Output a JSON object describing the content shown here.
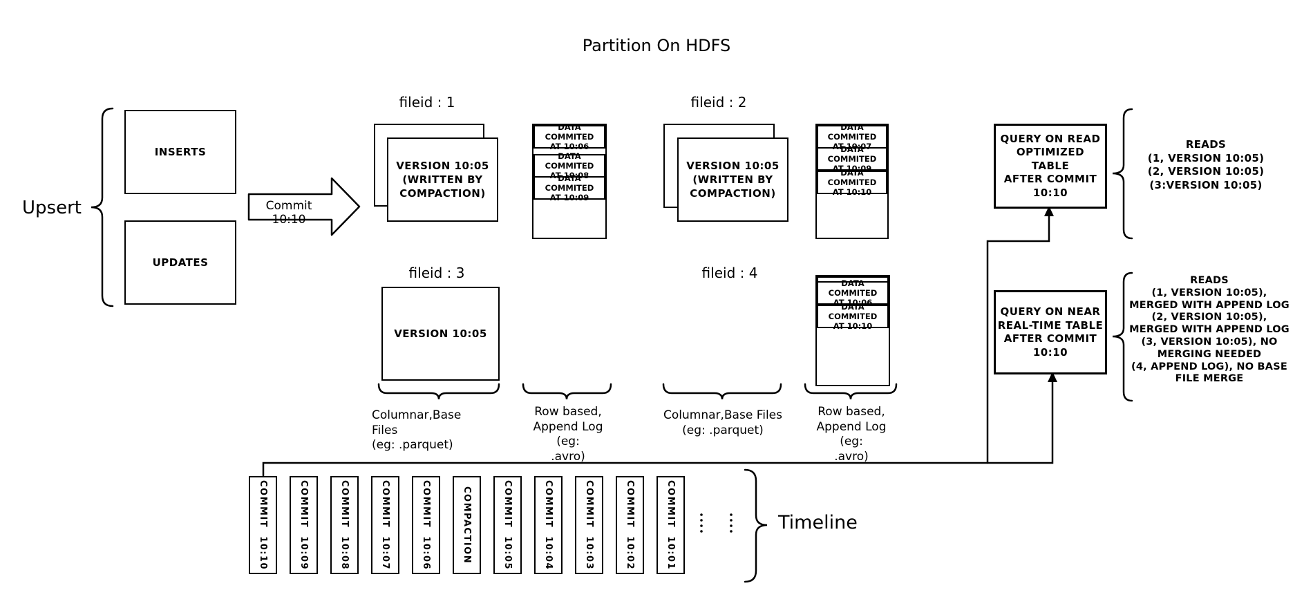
{
  "title": "Partition On HDFS",
  "colors": {
    "ink": "#000000",
    "background": "#ffffff"
  },
  "upsert": {
    "label": "Upsert",
    "inserts": "INSERTS",
    "updates": "UPDATES"
  },
  "commit_arrow": {
    "label": "Commit 10:10"
  },
  "file_groups": {
    "f1": {
      "label": "fileid : 1",
      "base": "VERSION 10:05\n(WRITTEN BY\nCOMPACTION)",
      "logs": [
        "DATA COMMITED\nAT 10:06",
        "DATA COMMITED\nAT 10:08",
        "DATA COMMITED\nAT 10:09"
      ]
    },
    "f2": {
      "label": "fileid : 2",
      "base": "VERSION 10:05\n(WRITTEN BY\nCOMPACTION)",
      "logs": [
        "DATA COMMITED\nAT 10:07",
        "DATA COMMITED\nAT 10:09",
        "DATA COMMITED\nAT 10:10"
      ]
    },
    "f3": {
      "label": "fileid : 3",
      "base": "VERSION 10:05"
    },
    "f4": {
      "label": "fileid : 4",
      "logs": [
        "DATA COMMITED\nAT 10:06",
        "DATA COMMITED\nAT 10:10"
      ]
    }
  },
  "column_labels": {
    "columnar_left": "Columnar,Base Files\n(eg: .parquet)",
    "row_left": "Row based,\nAppend Log  (eg:\n.avro)",
    "columnar_right": "Columnar,Base Files\n(eg: .parquet)",
    "row_right": "Row based,\nAppend Log  (eg:\n.avro)"
  },
  "queries": {
    "read_optimized": {
      "box": "QUERY ON READ\nOPTIMIZED TABLE\nAFTER COMMIT\n10:10",
      "reads": "READS\n(1, VERSION 10:05)\n(2, VERSION 10:05)\n(3:VERSION 10:05)"
    },
    "near_real_time": {
      "box": "QUERY ON NEAR\nREAL-TIME TABLE\nAFTER COMMIT\n10:10",
      "reads": "READS\n(1, VERSION 10:05),\nMERGED WITH APPEND LOG\n(2, VERSION 10:05),\nMERGED WITH APPEND LOG\n(3, VERSION 10:05), NO\nMERGING NEEDED\n(4, APPEND LOG), NO BASE\nFILE MERGE"
    }
  },
  "timeline": {
    "label": "Timeline",
    "entries": [
      "COMMIT  10:10",
      "COMMIT  10:09",
      "COMMIT  10:08",
      "COMMIT  10:07",
      "COMMIT  10:06",
      "COMPACTION",
      "COMMIT  10:05",
      "COMMIT  10:04",
      "COMMIT  10:03",
      "COMMIT  10:02",
      "COMMIT  10:01"
    ]
  }
}
